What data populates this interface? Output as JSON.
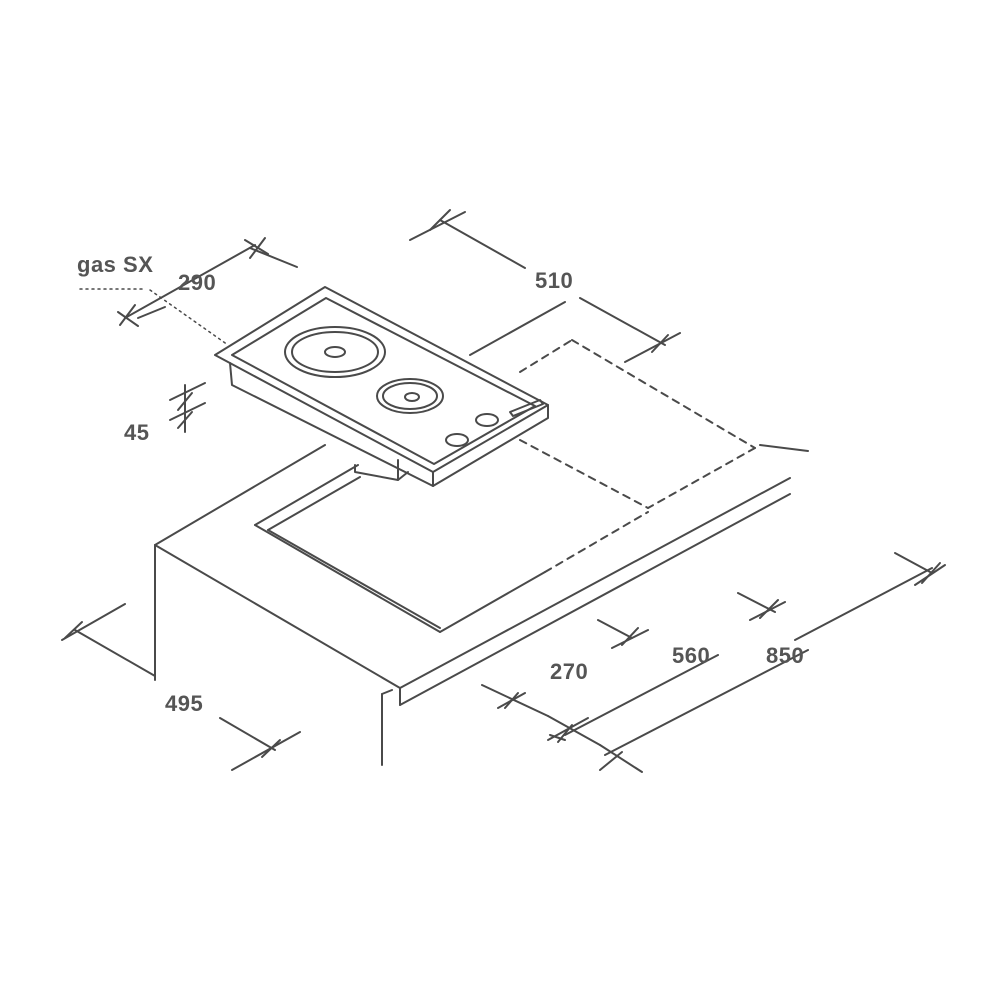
{
  "label_gas": "gas SX",
  "dimensions": {
    "width_hob": "290",
    "depth_hob": "510",
    "height_hob": "45",
    "cutout_depth": "495",
    "cutout_width": "270",
    "cabinet_depth": "560",
    "cabinet_height": "850"
  },
  "colors": {
    "line": "#4a4a4a",
    "text": "#555555"
  }
}
